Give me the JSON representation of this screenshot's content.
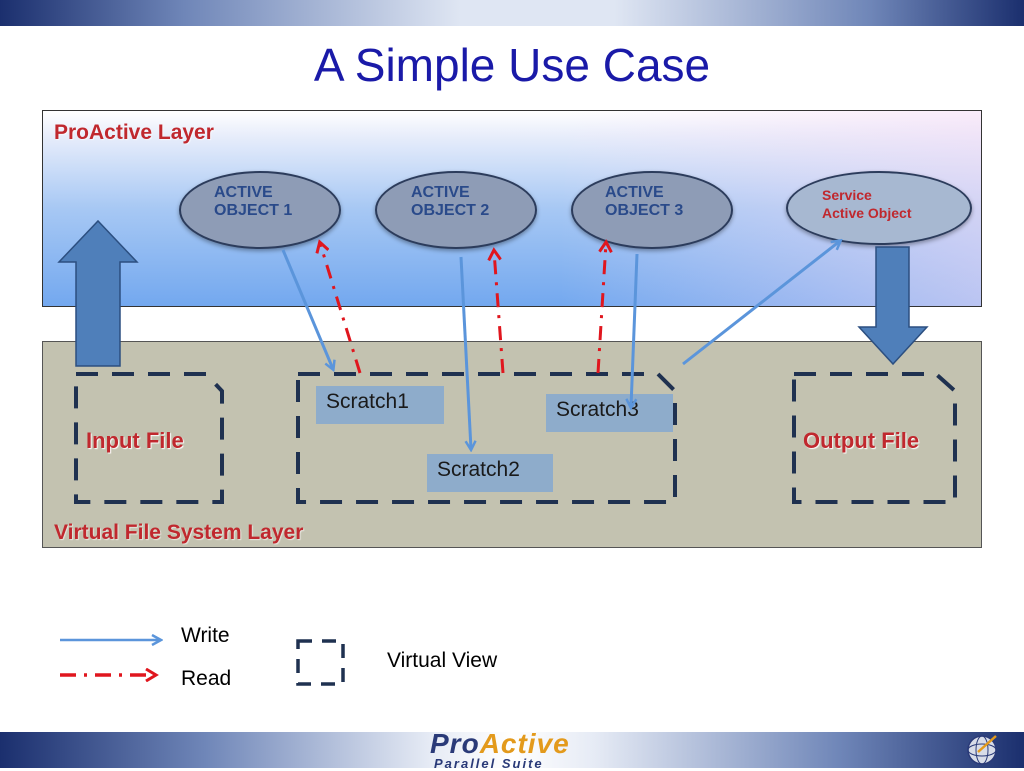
{
  "title": "A Simple Use Case",
  "proactive_layer": {
    "label": "ProActive Layer"
  },
  "vfs_layer": {
    "label": "Virtual File System Layer"
  },
  "active_objects": [
    {
      "line1": "ACTIVE",
      "line2": "OBJECT 1"
    },
    {
      "line1": "ACTIVE",
      "line2": "OBJECT 2"
    },
    {
      "line1": "ACTIVE",
      "line2": "OBJECT 3"
    }
  ],
  "service_object": {
    "line1": "Service",
    "line2": "Active Object"
  },
  "scratches": [
    "Scratch1",
    "Scratch2",
    "Scratch3"
  ],
  "files": {
    "input": "Input File",
    "output": "Output File"
  },
  "legend": {
    "write": "Write",
    "read": "Read",
    "virtual_view": "Virtual View"
  },
  "logo": {
    "pro": "Pro",
    "active": "Active",
    "suite": "Parallel Suite"
  },
  "colors": {
    "write_arrow": "#5b95db",
    "read_arrow": "#e0161e",
    "dashed_box": "#1f3150",
    "block_arrow": "#4f7fba",
    "layer_label": "#c0282e"
  }
}
